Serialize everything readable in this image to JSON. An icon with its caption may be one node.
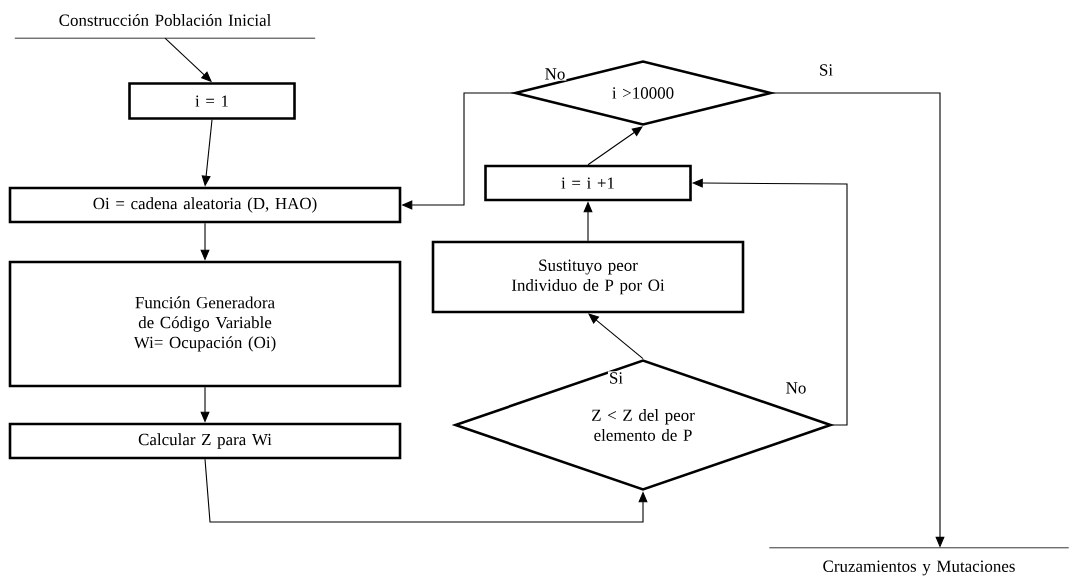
{
  "diagram": {
    "nodes": [
      {
        "text": [
          "Construcción Población Inicial"
        ]
      },
      {
        "text": [
          "i = 1"
        ]
      },
      {
        "text": [
          "Oi = cadena aleatoria (D, HAO)"
        ]
      },
      {
        "text": [
          "Función Generadora de Código Variable Wi= Ocupación (Oi)"
        ]
      },
      {
        "text": [
          "Calcular  Z para Wi"
        ]
      },
      {
        "text": [
          "i >10000"
        ]
      },
      {
        "text": [
          "i = i +1"
        ]
      },
      {
        "text": [
          "Sustituyo peor Individuo de P por Oi"
        ]
      },
      {
        "text": [
          "Z < Z del peor elemento de P"
        ]
      },
      {
        "text": [
          "Cruzamientos y Mutaciones"
        ]
      }
    ],
    "edges": [
      {
        "from": 0,
        "to": 1,
        "arrow": "to"
      },
      {
        "from": 1,
        "to": 2,
        "arrow": "to"
      },
      {
        "from": 2,
        "to": 3,
        "arrow": "to"
      },
      {
        "from": 3,
        "to": 4,
        "arrow": "to"
      },
      {
        "from": 4,
        "to": 8,
        "arrow": "to"
      },
      {
        "from": 8,
        "to": 7,
        "arrow": "to",
        "label": "Si"
      },
      {
        "from": 7,
        "to": 6,
        "arrow": "to"
      },
      {
        "from": 6,
        "to": 5,
        "arrow": "to"
      },
      {
        "from": 5,
        "to": 2,
        "arrow": "to",
        "label": "No"
      },
      {
        "from": 5,
        "to": 9,
        "arrow": "to",
        "label": "Si"
      },
      {
        "from": 8,
        "to": 6,
        "arrow": "to",
        "label": "No"
      }
    ]
  }
}
